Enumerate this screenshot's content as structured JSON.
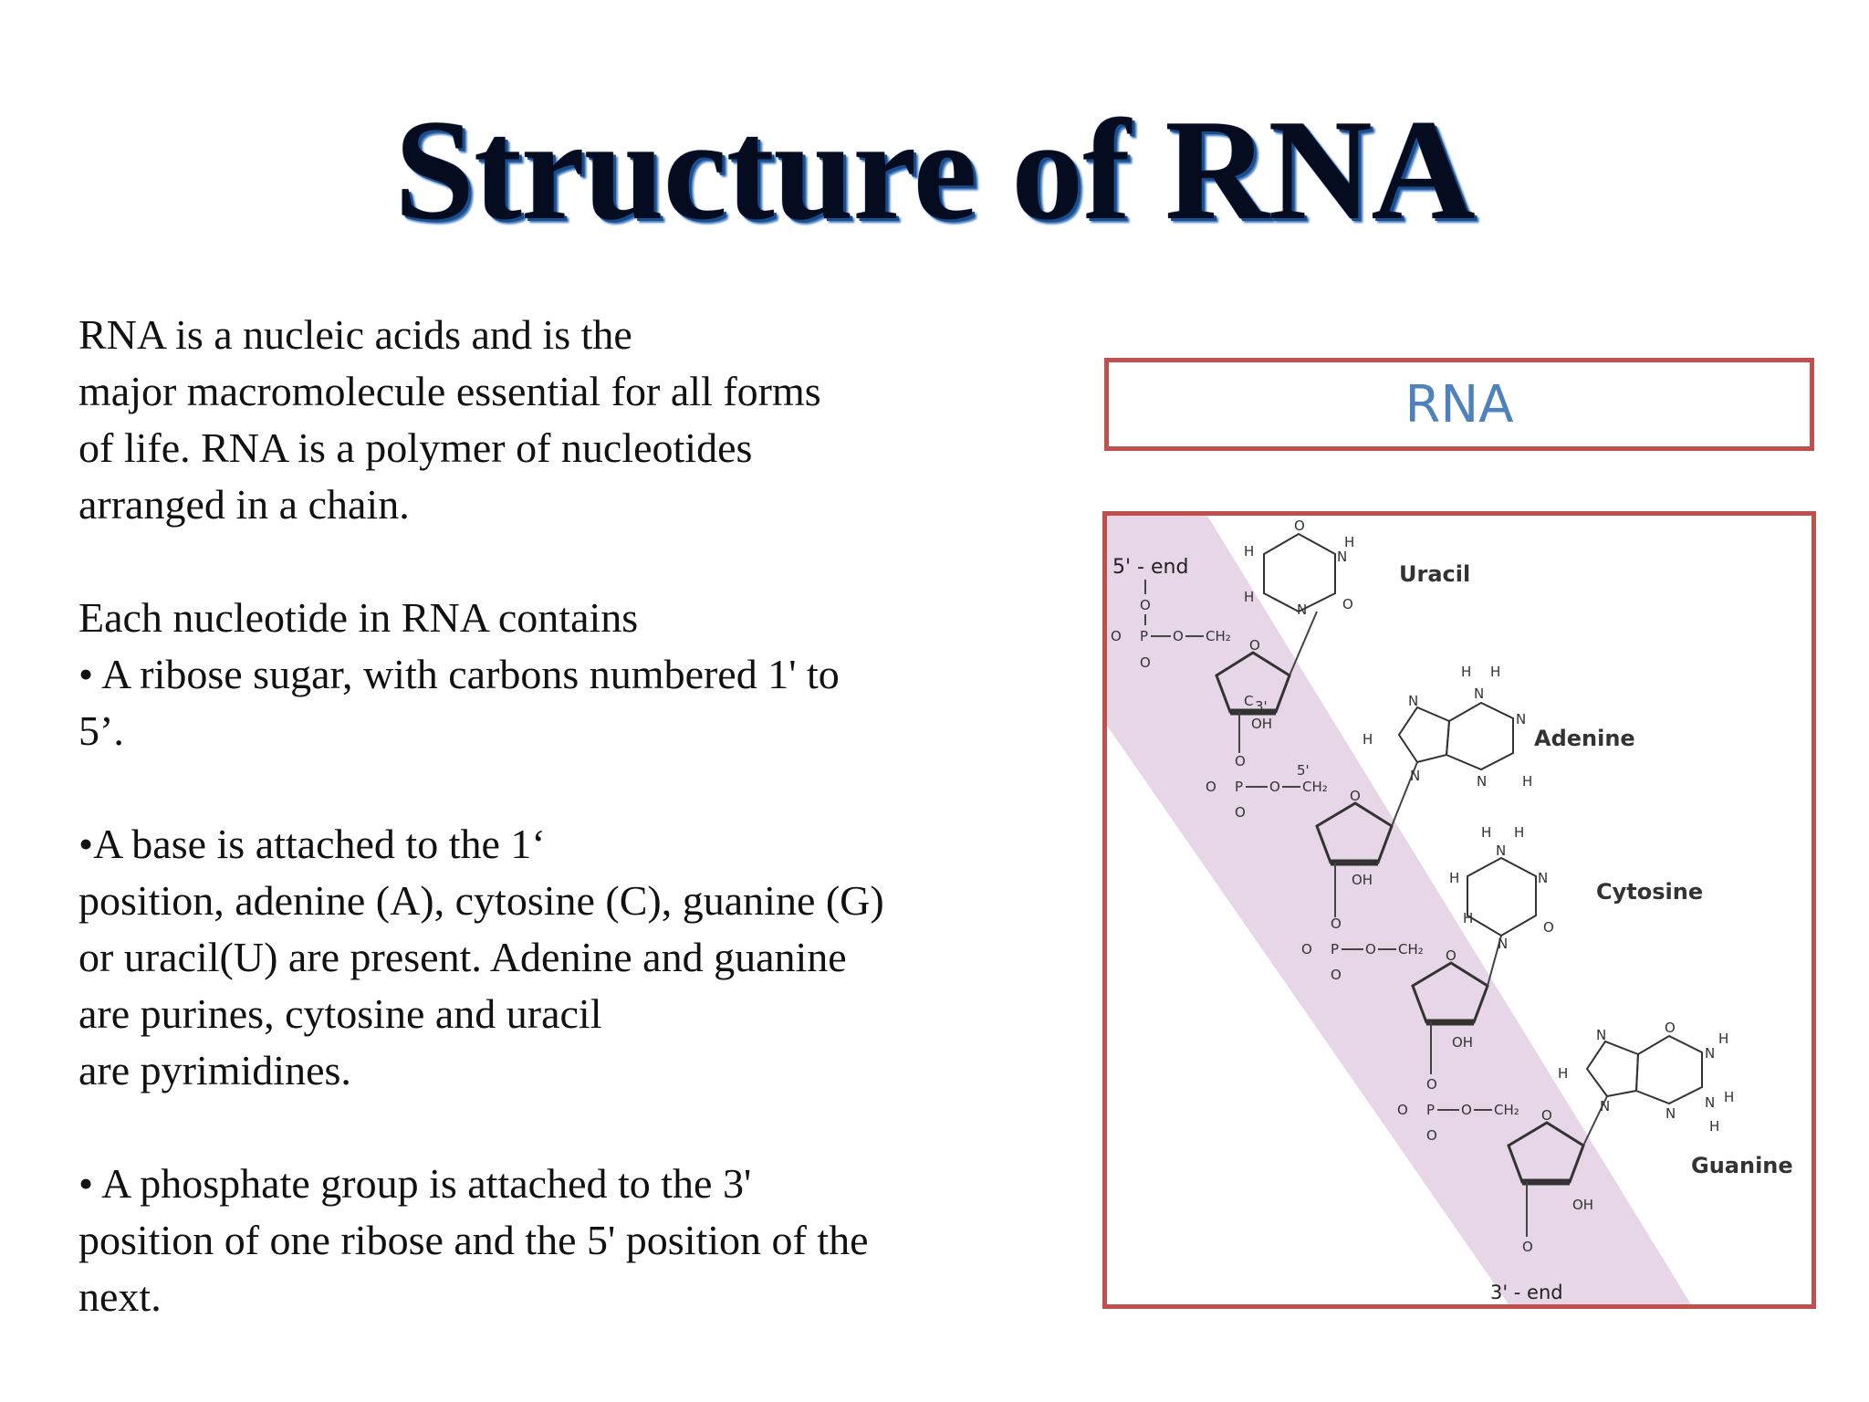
{
  "slide": {
    "title": "Structure of RNA",
    "paragraphs": [
      {
        "lines": [
          "RNA  is a nucleic acids and is the",
          "major macromolecule essential for all forms",
          "of life. RNA is a polymer of nucleotides",
          "arranged in a chain."
        ]
      },
      {
        "lines": [
          "Each nucleotide in RNA contains",
          "• A ribose sugar, with carbons numbered 1' to",
          "5’."
        ]
      },
      {
        "lines": [
          "•A base is attached to the 1‘",
          "position, adenine (A), cytosine (C), guanine (G)",
          "or uracil(U) are present. Adenine and guanine",
          "are purines, cytosine and uracil",
          "are pyrimidines."
        ]
      },
      {
        "lines": [
          "• A phosphate group is attached to the 3'",
          "position of one ribose and the 5' position of the",
          "next."
        ]
      }
    ],
    "rna_label": "RNA",
    "border_color": "#c0504d",
    "rna_label_color": "#4f81bd",
    "band_color": "#e6d6e8"
  },
  "diagram": {
    "end_5": "5' - end",
    "end_3": "3' -  end",
    "bases": [
      "Uracil",
      "Adenine",
      "Cytosine",
      "Guanine"
    ],
    "oh": "OH",
    "ch2": "CH₂",
    "c3": "C",
    "sub3": "3'",
    "sup5": "5'",
    "atom_o": "O",
    "atom_p": "P",
    "atom_n": "N",
    "atom_h": "H"
  }
}
